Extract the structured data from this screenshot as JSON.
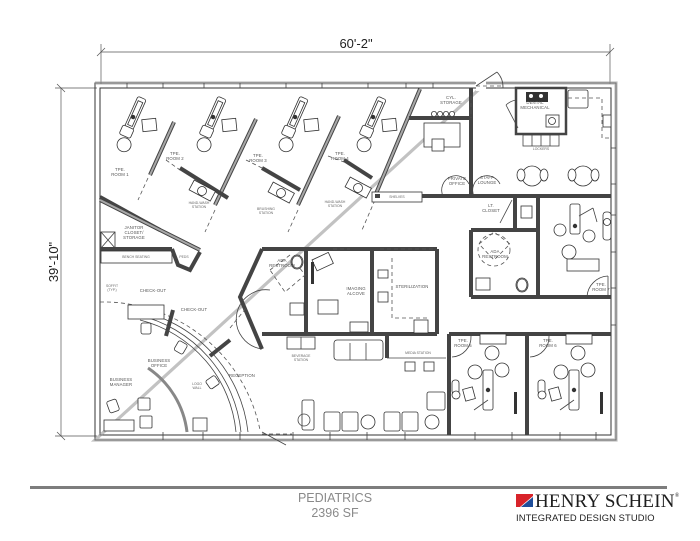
{
  "dimensions": {
    "width_label": "60'-2\"",
    "height_label": "39'-10\""
  },
  "rooms": {
    "tpe_room_1": "TPE.|ROOM 1",
    "tpe_room_2": "TPE.|ROOM 2",
    "tpe_room_3": "TPE.|ROOM 3",
    "tpe_room_4": "TPE.|ROOM 4",
    "tpe_room_5": "TPE.|ROOM 5",
    "tpe_room_6": "TPE.|ROOM 6",
    "tpe_room_7": "TPE.|ROOM 7",
    "cyl_storage": "CYL.|STORAGE",
    "dental_mechanical": "DENTAL|MECHANICAL",
    "lockers": "LOCKERS",
    "private_office": "PRIVATE|OFFICE",
    "staff_lounge": "STAFF|LOUNGE",
    "shelves": "SHELVES",
    "lt_closet": "LT.|CLOSET",
    "ada_restroom_1": "ADA|RESTROOM",
    "ada_restroom_2": "ADA|RESTROOM",
    "imaging_alcove": "IMAGING|ALCOVE",
    "sterilization": "STERILIZATION",
    "janitor": "JANITOR|CLOSET/|STORAGE",
    "bench_seating": "BENCH SEATING",
    "peds": "PEDS",
    "hand_wash_1": "HAND-WASH|STATION",
    "brushing_station": "BRUSHING|STATION",
    "hand_wash_2": "HAND-WASH|STATION",
    "check_out_1": "CHECK-OUT",
    "check_out_2": "CHECK-OUT",
    "soffit": "SOFFIT|(TYP.)",
    "business_office": "BUSINESS|OFFICE",
    "business_manager": "BUSINESS|MANAGER",
    "logo_wall": "LOGO|WALL",
    "reception": "RECEPTION",
    "beverage_station": "BEVERAGE|STATION",
    "media_station": "MEDIA STATION"
  },
  "footer": {
    "project_name": "PEDIATRICS",
    "area": "2396 SF"
  },
  "brand": {
    "name_first": "HENRY",
    "name_second": "SCHEIN",
    "registered": "®",
    "subtitle": "INTEGRATED DESIGN STUDIO",
    "colors": {
      "red": "#d8232a",
      "blue": "#1f4e9b",
      "text": "#1d1d1d"
    }
  },
  "icons": [
    "dental-chair-icon",
    "stool-icon",
    "toilet-icon",
    "sink-icon",
    "door-swing-icon",
    "table-icon",
    "sofa-icon",
    "wheelchair-icon",
    "cylinder-icon"
  ]
}
